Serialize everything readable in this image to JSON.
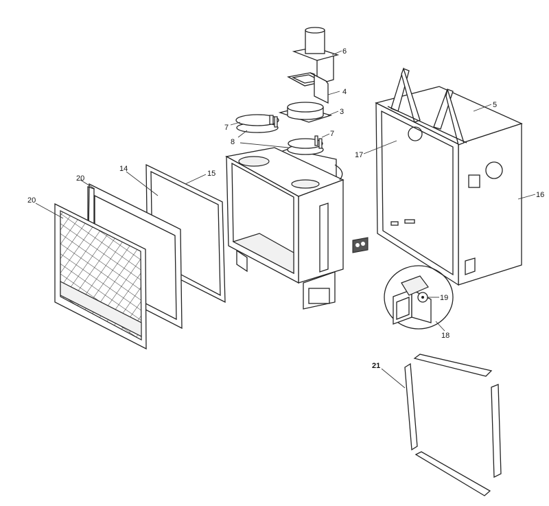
{
  "diagram": {
    "title": "Exploded parts view",
    "callouts": [
      {
        "id": "c6",
        "label": "6"
      },
      {
        "id": "c4",
        "label": "4"
      },
      {
        "id": "c3",
        "label": "3"
      },
      {
        "id": "c7a",
        "label": "7"
      },
      {
        "id": "c8",
        "label": "8"
      },
      {
        "id": "c7b",
        "label": "7"
      },
      {
        "id": "c5",
        "label": "5"
      },
      {
        "id": "c17",
        "label": "17"
      },
      {
        "id": "c16",
        "label": "16"
      },
      {
        "id": "c14",
        "label": "14"
      },
      {
        "id": "c15",
        "label": "15"
      },
      {
        "id": "c20a",
        "label": "20"
      },
      {
        "id": "c20b",
        "label": "20"
      },
      {
        "id": "c19",
        "label": "19"
      },
      {
        "id": "c18",
        "label": "18"
      },
      {
        "id": "c21",
        "label": "21"
      }
    ]
  }
}
